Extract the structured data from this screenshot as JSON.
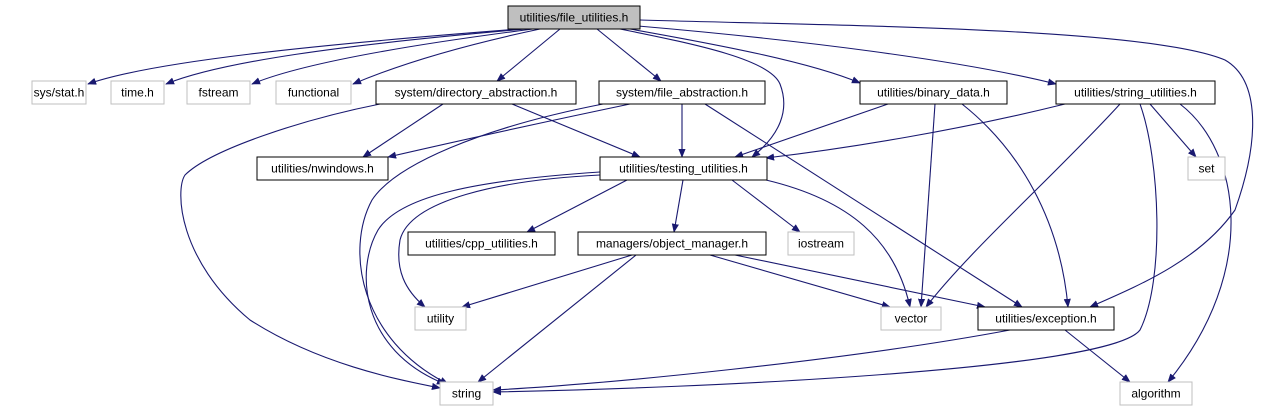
{
  "graph": {
    "nodes": {
      "root": {
        "label": "utilities/file_utilities.h",
        "kind": "root"
      },
      "sysstat": {
        "label": "sys/stat.h",
        "kind": "external"
      },
      "timeh": {
        "label": "time.h",
        "kind": "external"
      },
      "fstream": {
        "label": "fstream",
        "kind": "external"
      },
      "functional": {
        "label": "functional",
        "kind": "external"
      },
      "dirabs": {
        "label": "system/directory_abstraction.h",
        "kind": "internal"
      },
      "fileabs": {
        "label": "system/file_abstraction.h",
        "kind": "internal"
      },
      "binarydata": {
        "label": "utilities/binary_data.h",
        "kind": "internal"
      },
      "strutils": {
        "label": "utilities/string_utilities.h",
        "kind": "internal"
      },
      "nwindows": {
        "label": "utilities/nwindows.h",
        "kind": "internal"
      },
      "testing": {
        "label": "utilities/testing_utilities.h",
        "kind": "internal"
      },
      "set": {
        "label": "set",
        "kind": "external"
      },
      "cpputils": {
        "label": "utilities/cpp_utilities.h",
        "kind": "internal"
      },
      "objmgr": {
        "label": "managers/object_manager.h",
        "kind": "internal"
      },
      "iostream": {
        "label": "iostream",
        "kind": "external"
      },
      "utility": {
        "label": "utility",
        "kind": "external"
      },
      "vector": {
        "label": "vector",
        "kind": "external"
      },
      "exception": {
        "label": "utilities/exception.h",
        "kind": "internal"
      },
      "string": {
        "label": "string",
        "kind": "external"
      },
      "algorithm": {
        "label": "algorithm",
        "kind": "external"
      }
    },
    "edges": [
      [
        "root",
        "sysstat"
      ],
      [
        "root",
        "timeh"
      ],
      [
        "root",
        "fstream"
      ],
      [
        "root",
        "functional"
      ],
      [
        "root",
        "dirabs"
      ],
      [
        "root",
        "fileabs"
      ],
      [
        "root",
        "testing"
      ],
      [
        "root",
        "binarydata"
      ],
      [
        "root",
        "strutils"
      ],
      [
        "root",
        "exception"
      ],
      [
        "dirabs",
        "nwindows"
      ],
      [
        "dirabs",
        "testing"
      ],
      [
        "dirabs",
        "string"
      ],
      [
        "fileabs",
        "nwindows"
      ],
      [
        "fileabs",
        "testing"
      ],
      [
        "fileabs",
        "exception"
      ],
      [
        "fileabs",
        "string"
      ],
      [
        "binarydata",
        "testing"
      ],
      [
        "binarydata",
        "vector"
      ],
      [
        "binarydata",
        "exception"
      ],
      [
        "strutils",
        "testing"
      ],
      [
        "strutils",
        "set"
      ],
      [
        "strutils",
        "vector"
      ],
      [
        "strutils",
        "string"
      ],
      [
        "strutils",
        "algorithm"
      ],
      [
        "testing",
        "cpputils"
      ],
      [
        "testing",
        "objmgr"
      ],
      [
        "testing",
        "iostream"
      ],
      [
        "testing",
        "utility"
      ],
      [
        "testing",
        "vector"
      ],
      [
        "testing",
        "string"
      ],
      [
        "objmgr",
        "utility"
      ],
      [
        "objmgr",
        "vector"
      ],
      [
        "objmgr",
        "exception"
      ],
      [
        "objmgr",
        "string"
      ],
      [
        "exception",
        "string"
      ],
      [
        "exception",
        "algorithm"
      ]
    ],
    "colors": {
      "edge": "#191970",
      "root_fill": "#bfbfbf",
      "internal_border": "#000000",
      "external_border": "#bfbfbf"
    }
  }
}
